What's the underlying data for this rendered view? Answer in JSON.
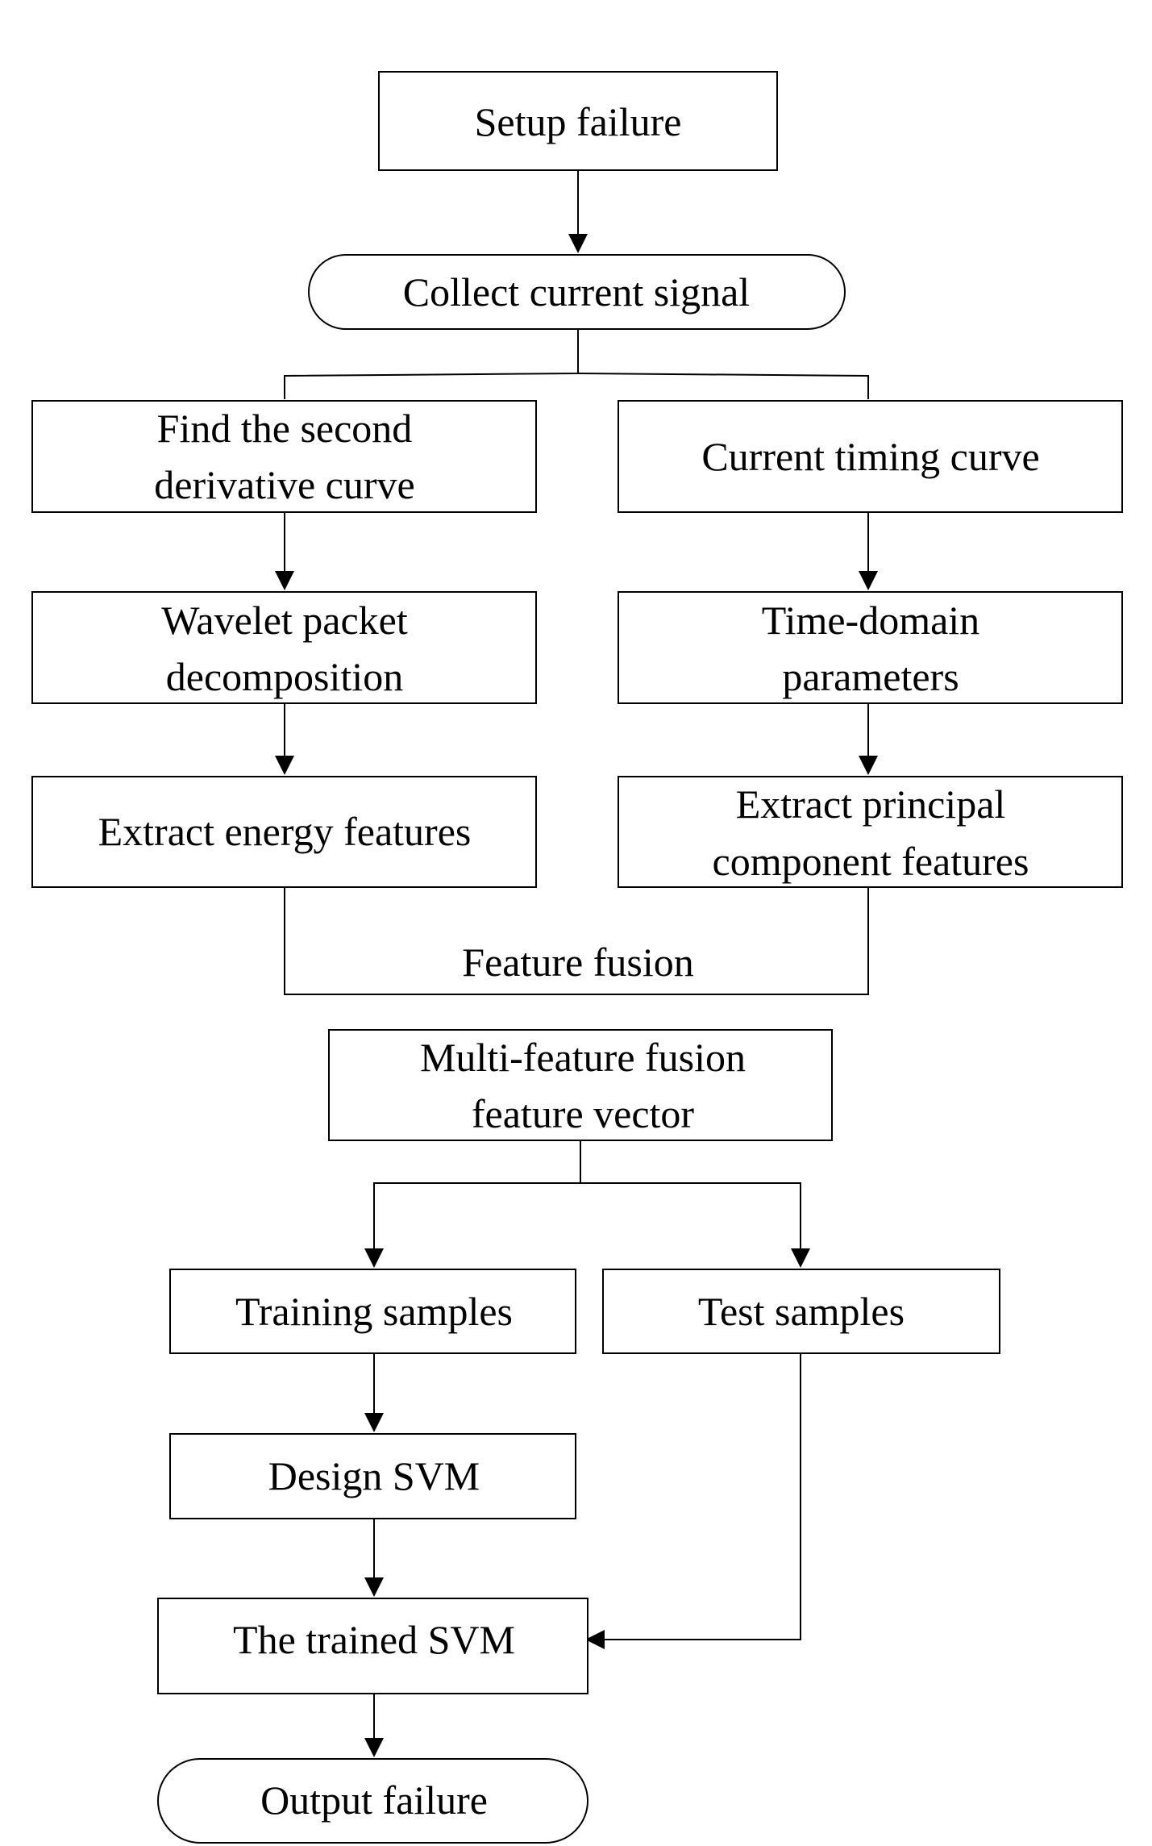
{
  "flowchart": {
    "steps": {
      "setup_failure": "Setup failure",
      "collect_current_signal": "Collect current signal",
      "second_derivative": [
        "Find the second",
        "derivative curve"
      ],
      "current_timing_curve": "Current timing curve",
      "wavelet_packet": [
        "Wavelet packet",
        "decomposition"
      ],
      "time_domain": [
        "Time-domain",
        "parameters"
      ],
      "extract_energy": "Extract energy features",
      "extract_principal": [
        "Extract principal",
        "component features"
      ],
      "feature_fusion": "Feature fusion",
      "multi_feature": [
        "Multi-feature fusion",
        "feature vector"
      ],
      "training_samples": "Training samples",
      "test_samples": "Test samples",
      "design_svm": "Design SVM",
      "trained_svm": "The trained SVM",
      "output_failure": "Output failure"
    }
  }
}
